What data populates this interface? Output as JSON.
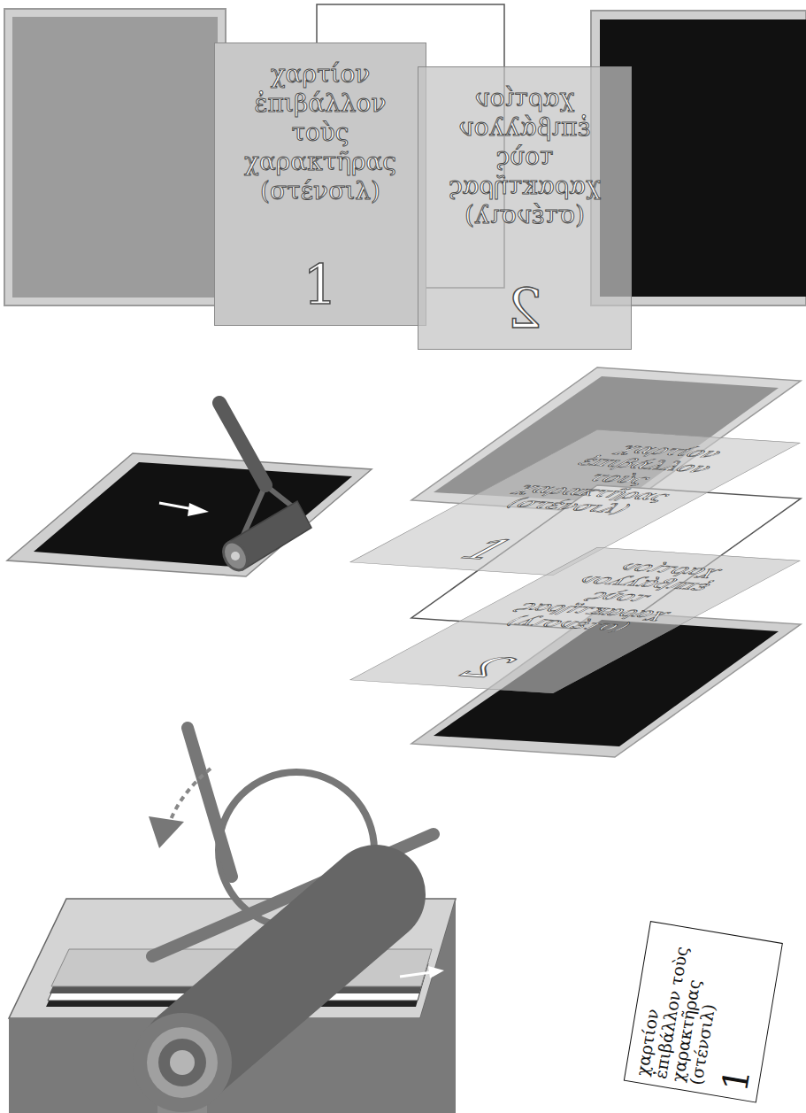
{
  "diagram": {
    "nodes": [
      {
        "text": [
          "χαρτίον ἐπιβάλλον τοὺς χαρακτῆρας (στένσιλ)",
          "1"
        ]
      },
      {
        "text": [
          "χαρτίον ἐπιβάλλον τοὺς χαρακτῆρας (στένσιλ)",
          "2"
        ]
      },
      {
        "text": [
          "χαρτίον ἐπιβάλλον τοὺς χαρακτῆρας (στένσιλ)",
          "1"
        ]
      },
      {
        "text": [
          "χαρτίον ἐπιβάλλον τοὺς χαρακτῆρας (στένσιλ)",
          "2"
        ]
      },
      {
        "text": [
          "χαρτίον ἐπιβάλλον τοὺς χαρακτῆρας (στένσιλ)",
          "1"
        ]
      }
    ]
  }
}
